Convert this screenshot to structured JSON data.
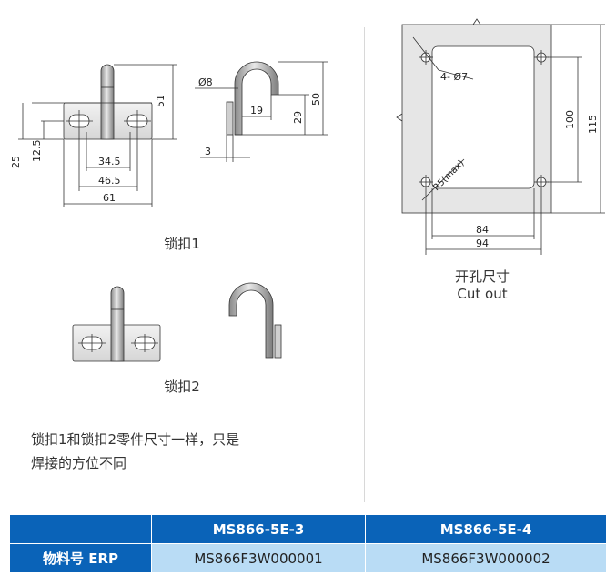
{
  "drawings": {
    "latch1": {
      "caption": "锁扣1",
      "dims": {
        "h51": "51",
        "h25": "25",
        "h12_5": "12.5",
        "w34_5": "34.5",
        "w46_5": "46.5",
        "w61": "61",
        "dia8": "Ø8",
        "d19": "19",
        "h29": "29",
        "h50": "50",
        "t3": "3"
      }
    },
    "latch2": {
      "caption": "锁扣2"
    },
    "cutout": {
      "caption_cn": "开孔尺寸",
      "caption_en": "Cut out",
      "dims": {
        "holes": "4- Ø7",
        "radius": "R5(max)",
        "h100": "100",
        "h115": "115",
        "w84": "84",
        "w94": "94"
      }
    },
    "note": {
      "line1": "锁扣1和锁扣2零件尺寸一样，只是",
      "line2": "焊接的方位不同"
    }
  },
  "table": {
    "header": {
      "blank": "",
      "col1": "MS866-5E-3",
      "col2": "MS866-5E-4"
    },
    "row": {
      "label": "物料号 ERP",
      "col1": "MS866F3W000001",
      "col2": "MS866F3W000002"
    }
  },
  "colors": {
    "header_blue": "#0a63b8",
    "cell_blue": "#b9dcf5",
    "plate_gray": "#e6e6e6"
  }
}
